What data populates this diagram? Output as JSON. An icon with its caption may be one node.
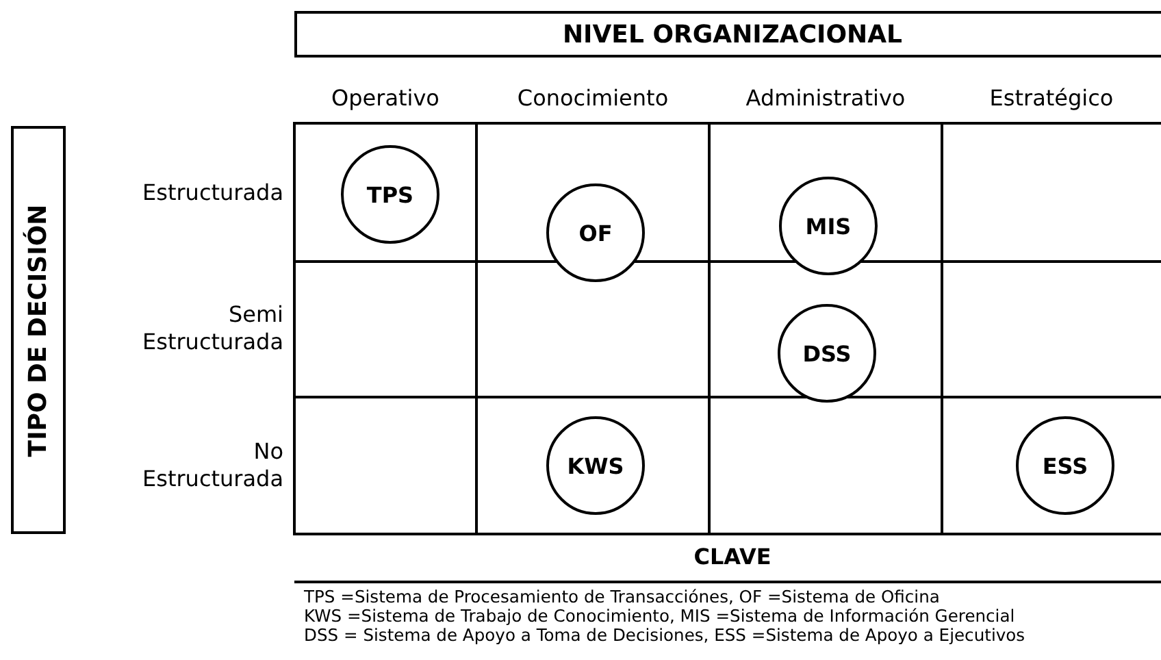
{
  "diagram": {
    "nodes": [
      {
        "text": [
          "NIVEL ORGANIZACIONAL"
        ]
      },
      {
        "text": [
          "TIPO DE DECISIÓN"
        ]
      },
      {
        "text": [
          "TPS"
        ]
      },
      {
        "text": [
          "OF"
        ]
      },
      {
        "text": [
          "MIS"
        ]
      },
      {
        "text": [
          "DSS"
        ]
      },
      {
        "text": [
          "KWS"
        ]
      },
      {
        "text": [
          "ESS"
        ]
      }
    ],
    "labels": [
      "Operativo",
      "Conocimiento",
      "Administrativo",
      "Estratégico",
      "Estructurada",
      "Semi Estructurada",
      "No Estructurada",
      "CLAVE",
      "TPS =Sistema de Procesamiento de Transacciónes, OF =Sistema de Oficina",
      "KWS =Sistema de Trabajo de Conocimiento, MIS =Sistema de Información Gerencial",
      "DSS = Sistema de Apoyo a Toma de Decisiones, ESS =Sistema de Apoyo a Ejecutivos"
    ]
  }
}
